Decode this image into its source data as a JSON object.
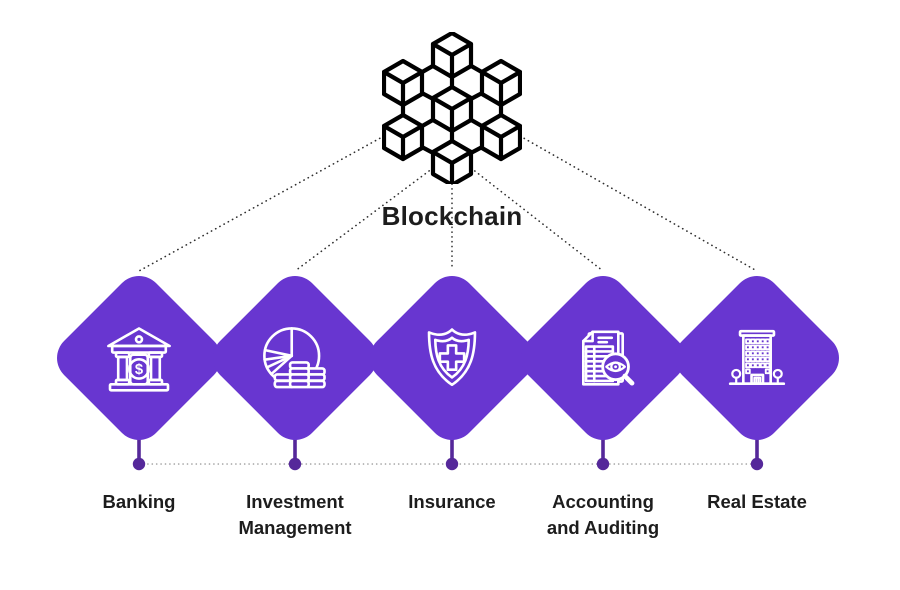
{
  "title": "Blockchain",
  "colors": {
    "diamond": "#6836D0",
    "stem": "#55289A",
    "line_dark": "#2F2F2F",
    "line_gray": "#9E9E9E",
    "text": "#1D1D1D",
    "background": "#FFFFFF",
    "icon_stroke": "#FFFFFF",
    "hub_stroke": "#000000"
  },
  "hub": {
    "icon": "blockchain-network-icon"
  },
  "bank": {
    "currency_symbol": "$"
  },
  "nodes": [
    {
      "id": "banking",
      "label": "Banking",
      "icon": "bank-icon"
    },
    {
      "id": "investment-management",
      "label": "Investment\nManagement",
      "icon": "pie-chart-coins-icon"
    },
    {
      "id": "insurance",
      "label": "Insurance",
      "icon": "shield-cross-icon"
    },
    {
      "id": "accounting-and-auditing",
      "label": "Accounting\nand Auditing",
      "icon": "document-magnifier-eye-icon"
    },
    {
      "id": "real-estate",
      "label": "Real Estate",
      "icon": "office-building-icon"
    }
  ]
}
